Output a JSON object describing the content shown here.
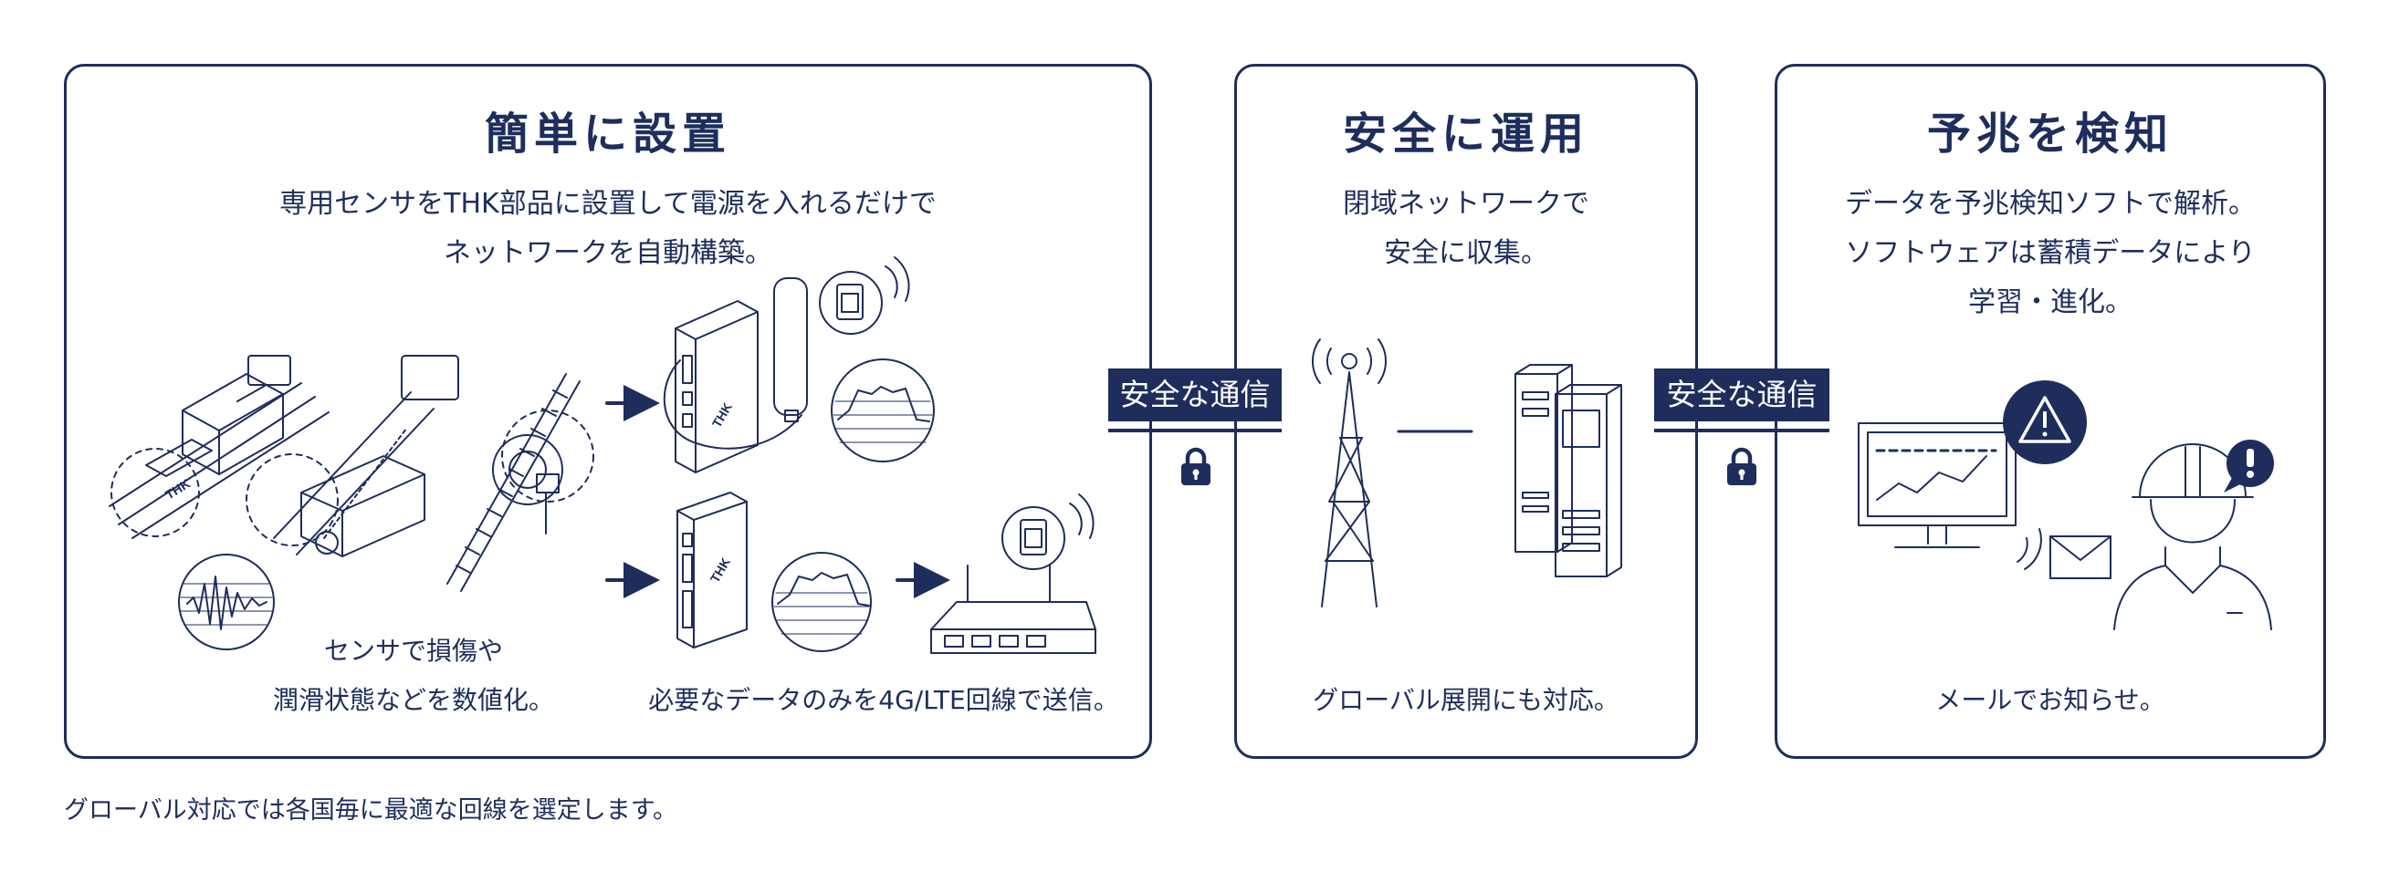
{
  "panels": [
    {
      "title": "簡単に設置",
      "desc": [
        "専用センサをTHK部品に設置して電源を入れるだけで",
        "ネットワークを自動構築。"
      ],
      "captions": [
        [
          "センサで損傷や",
          "潤滑状態などを数値化。"
        ],
        [
          "必要なデータのみを4G/LTE回線で送信。"
        ]
      ]
    },
    {
      "title": "安全に運用",
      "desc": [
        "閉域ネットワークで",
        "安全に収集。"
      ],
      "captions": [
        [
          "グローバル展開にも対応。"
        ]
      ]
    },
    {
      "title": "予兆を検知",
      "desc": [
        "データを予兆検知ソフトで解析。",
        "ソフトウェアは蓄積データにより",
        "学習・進化。"
      ],
      "captions": [
        [
          "メールでお知らせ。"
        ]
      ]
    }
  ],
  "links": [
    "安全な通信",
    "安全な通信"
  ],
  "footnote": "グローバル対応では各国毎に最適な回線を選定します。",
  "device_logo": "THK",
  "colors": {
    "primary": "#1e2d5c",
    "background": "#ffffff"
  },
  "icons": [
    "lock-icon",
    "cell-tower-icon",
    "server-icon",
    "monitor-icon",
    "warning-icon",
    "exclamation-icon",
    "mail-icon",
    "engineer-icon",
    "sim-card-icon",
    "router-icon",
    "gateway-icon",
    "signal-waves-icon",
    "arrow-icon"
  ]
}
